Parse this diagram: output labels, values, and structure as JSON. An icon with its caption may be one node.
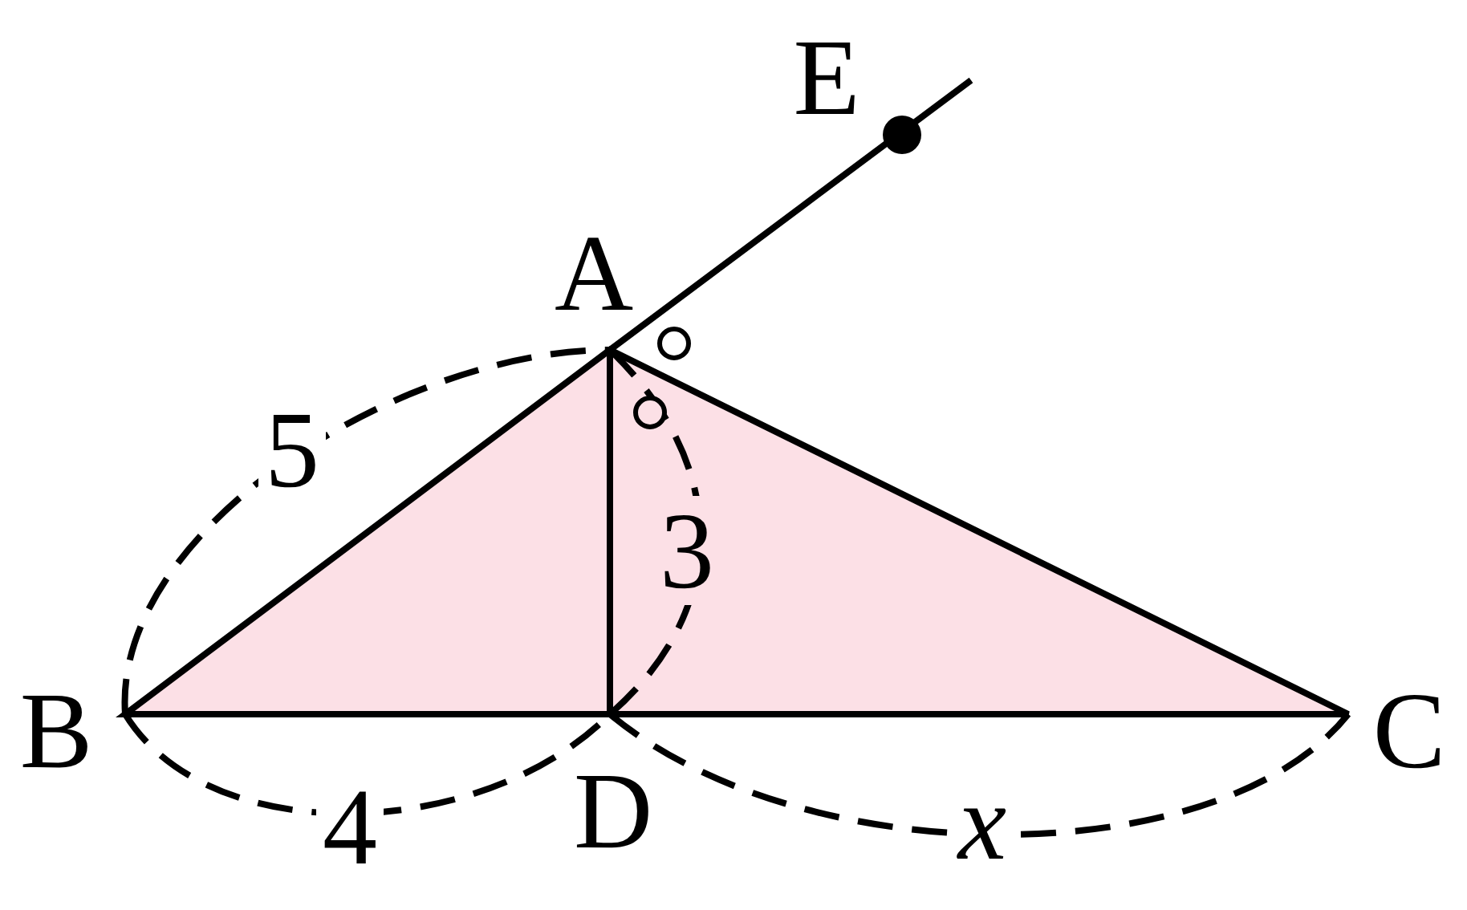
{
  "diagram": {
    "labels": [
      "E",
      "A",
      "5",
      "3",
      "B",
      "C",
      "D",
      "4",
      "x"
    ]
  }
}
